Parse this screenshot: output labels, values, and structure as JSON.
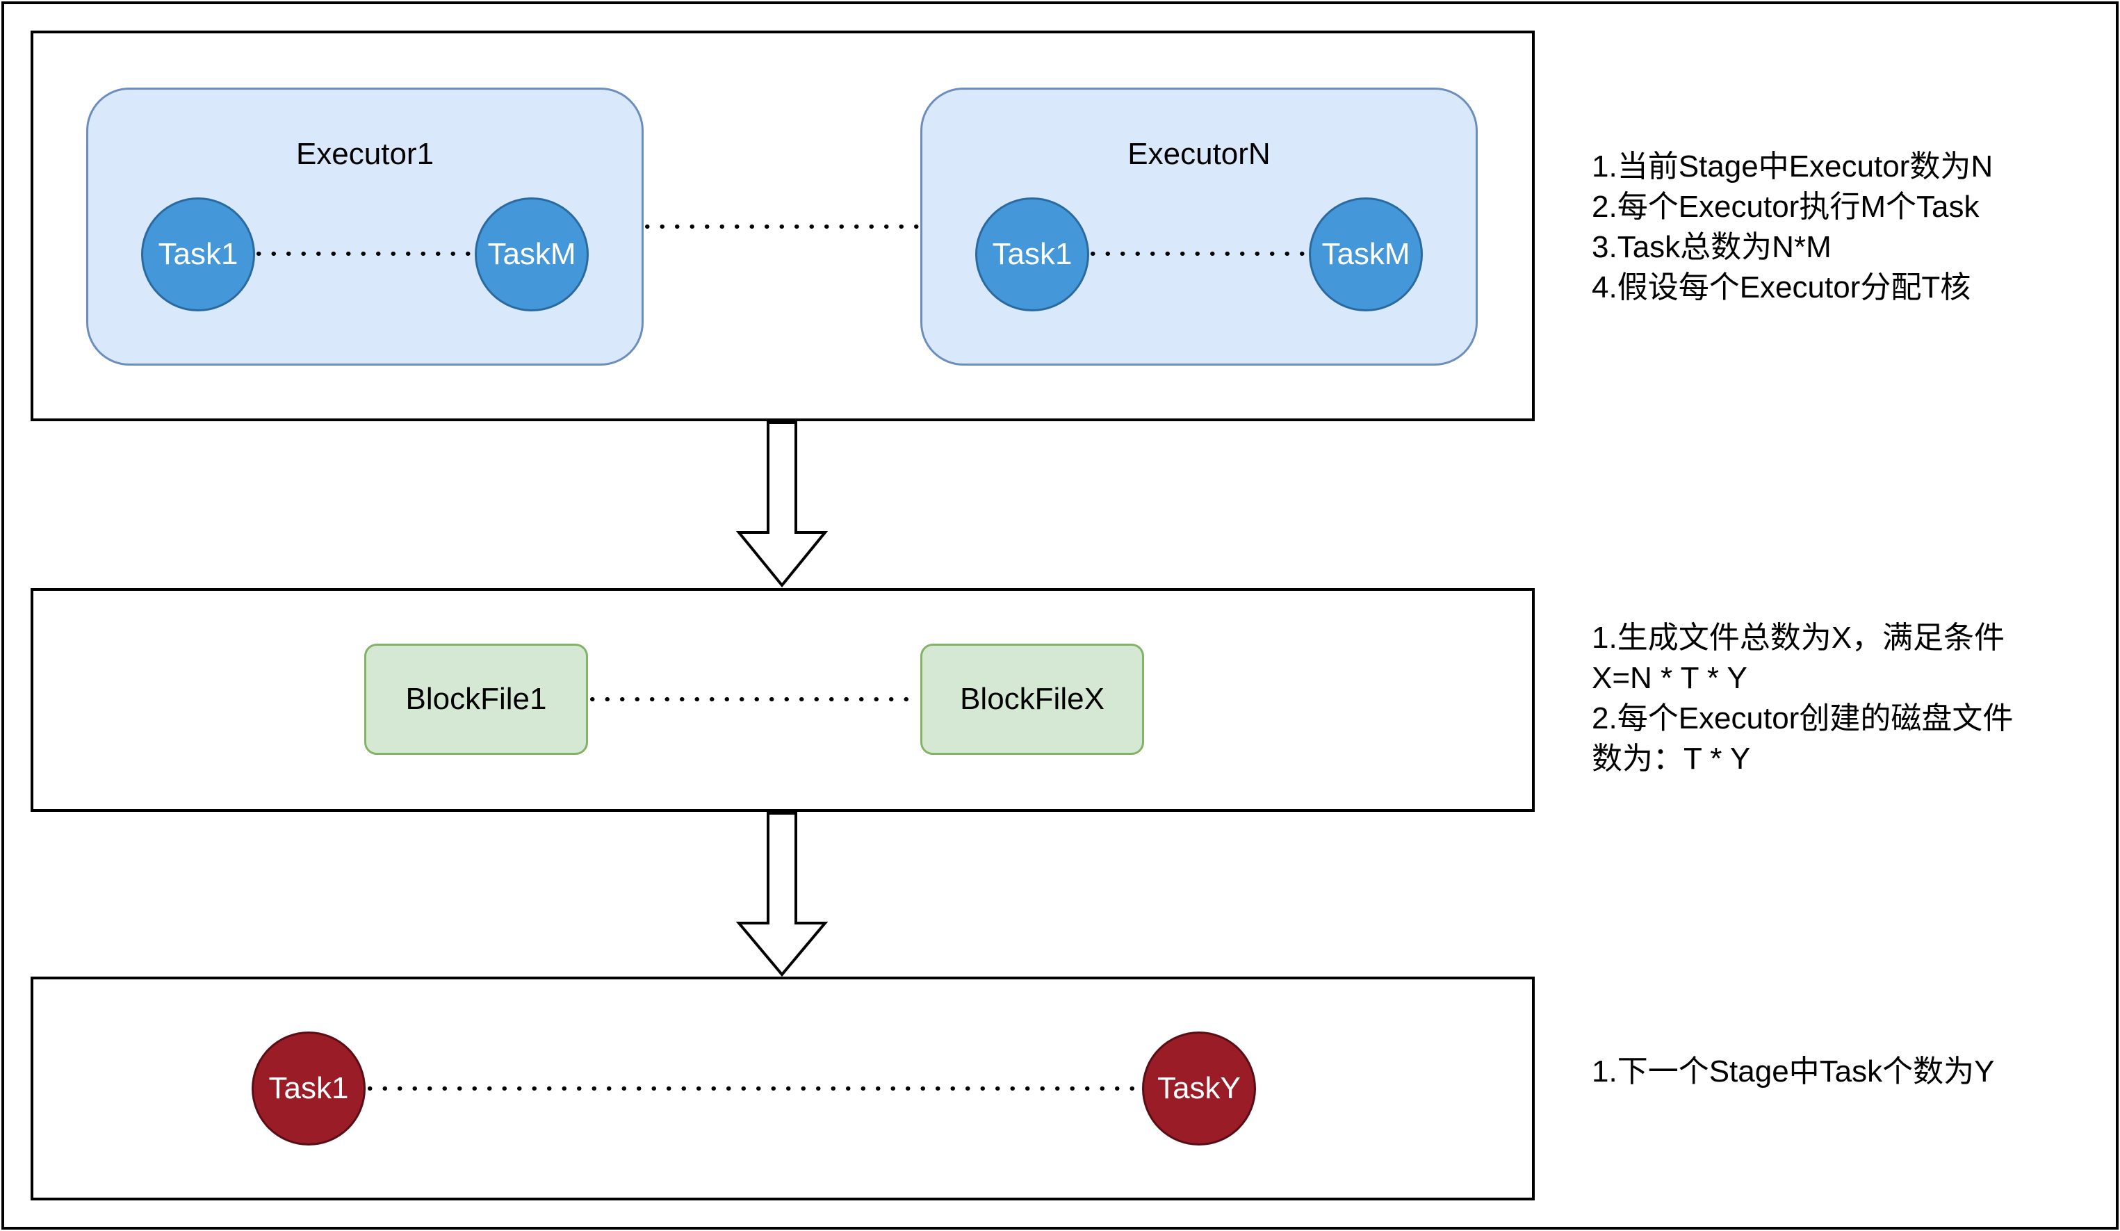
{
  "stage1": {
    "executors": [
      {
        "title": "Executor1",
        "task_first": "Task1",
        "task_last": "TaskM"
      },
      {
        "title": "ExecutorN",
        "task_first": "Task1",
        "task_last": "TaskM"
      }
    ],
    "notes": [
      "1.当前Stage中Executor数为N",
      "2.每个Executor执行M个Task",
      "3.Task总数为N*M",
      "4.假设每个Executor分配T核"
    ]
  },
  "stage2": {
    "file_first": "BlockFile1",
    "file_last": "BlockFileX",
    "notes": [
      "1.生成文件总数为X，满足条件",
      "X=N * T * Y",
      "2.每个Executor创建的磁盘文件",
      "数为：T * Y"
    ]
  },
  "stage3": {
    "task_first": "Task1",
    "task_last": "TaskY",
    "notes": [
      "1.下一个Stage中Task个数为Y"
    ]
  },
  "colors": {
    "executor_fill": "#dae8fc",
    "executor_border": "#6c8ebf",
    "task_blue": "#4497d8",
    "file_fill": "#d5e8d4",
    "file_border": "#82b366",
    "task_red": "#9a1c26"
  }
}
